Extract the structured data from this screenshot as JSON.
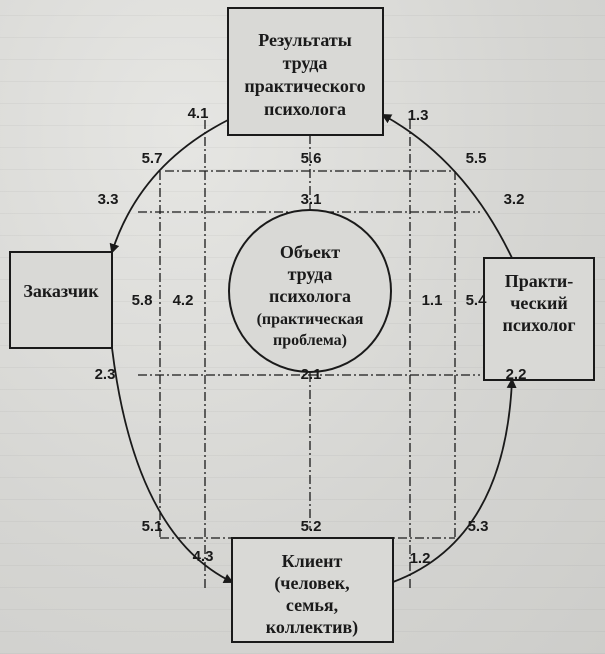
{
  "nodes": {
    "results": {
      "lines": [
        "Результаты",
        "труда",
        "практического",
        "психолога"
      ]
    },
    "customer": {
      "lines": [
        "Заказчик"
      ]
    },
    "practitioner": {
      "lines": [
        "Практи-",
        "ческий",
        "психолог"
      ]
    },
    "client": {
      "lines": [
        "Клиент",
        "(человек,",
        "семья,",
        "коллектив)"
      ]
    },
    "object": {
      "lines": [
        "Объект",
        "труда",
        "психолога",
        "(практическая",
        "проблема)"
      ]
    }
  },
  "labels": {
    "l_4_1": "4.1",
    "l_1_3": "1.3",
    "l_5_7": "5.7",
    "l_5_6": "5.6",
    "l_5_5": "5.5",
    "l_3_3": "3.3",
    "l_3_1": "3.1",
    "l_3_2": "3.2",
    "l_5_8": "5.8",
    "l_4_2": "4.2",
    "l_1_1": "1.1",
    "l_5_4": "5.4",
    "l_2_3": "2.3",
    "l_2_1": "2.1",
    "l_2_2": "2.2",
    "l_5_1": "5.1",
    "l_5_2": "5.2",
    "l_5_3": "5.3",
    "l_4_3": "4.3",
    "l_1_2": "1.2"
  }
}
